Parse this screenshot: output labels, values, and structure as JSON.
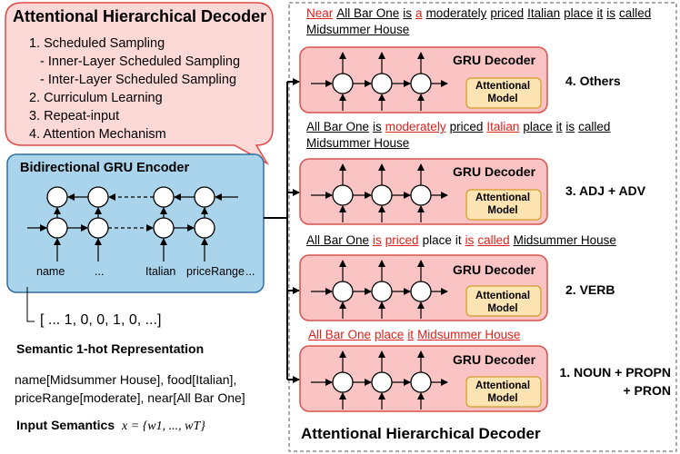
{
  "callout": {
    "title": "Attentional Hierarchical Decoder",
    "items": [
      "1. Scheduled Sampling",
      "- Inner-Layer Scheduled Sampling",
      "- Inter-Layer Scheduled Sampling",
      "2. Curriculum Learning",
      "3. Repeat-input",
      "4. Attention Mechanism"
    ]
  },
  "encoder": {
    "title": "Bidirectional GRU Encoder",
    "input_labels": [
      "name",
      "...",
      "Italian",
      "priceRange",
      "..."
    ]
  },
  "semantic_vector": "[ ... 1, 0, 0, 1, 0, ...]",
  "semantic_caption": "Semantic 1-hot Representation",
  "input_semantics_lines": [
    "name[Midsummer House], food[Italian],",
    "priceRange[moderate], near[All Bar One]"
  ],
  "input_semantics_label": "Input Semantics",
  "input_semantics_formula": "x = {w1, ..., wT}",
  "decoder_panel_title": "Attentional Hierarchical Decoder",
  "decoders": [
    {
      "title": "GRU Decoder",
      "attention": "Attentional Model",
      "layer_label": "4. Others"
    },
    {
      "title": "GRU Decoder",
      "attention": "Attentional Model",
      "layer_label": "3. ADJ + ADV"
    },
    {
      "title": "GRU Decoder",
      "attention": "Attentional Model",
      "layer_label": "2. VERB"
    },
    {
      "title": "GRU Decoder",
      "attention": "Attentional Model",
      "layer_label": "1. NOUN + PROPN + PRON"
    }
  ],
  "sentences": [
    {
      "lines": [
        [
          {
            "t": "Near",
            "s": "red"
          },
          {
            "t": "All Bar One",
            "s": "black"
          },
          {
            "t": "is",
            "s": "black"
          },
          {
            "t": "a",
            "s": "red"
          },
          {
            "t": "moderately",
            "s": "black"
          },
          {
            "t": "priced",
            "s": "black"
          },
          {
            "t": "Italian",
            "s": "black"
          },
          {
            "t": "place",
            "s": "black"
          },
          {
            "t": "it",
            "s": "black"
          },
          {
            "t": "is",
            "s": "black"
          },
          {
            "t": "called",
            "s": "black"
          }
        ],
        [
          {
            "t": "Midsummer House",
            "s": "black"
          }
        ]
      ]
    },
    {
      "lines": [
        [
          {
            "t": "All Bar One",
            "s": "black"
          },
          {
            "t": "is",
            "s": "black"
          },
          {
            "t": "moderately",
            "s": "red"
          },
          {
            "t": "priced",
            "s": "black"
          },
          {
            "t": "Italian",
            "s": "red"
          },
          {
            "t": "place",
            "s": "black"
          },
          {
            "t": "it",
            "s": "black"
          },
          {
            "t": "is",
            "s": "black"
          },
          {
            "t": "called",
            "s": "black"
          }
        ],
        [
          {
            "t": "Midsummer House",
            "s": "black"
          }
        ]
      ]
    },
    {
      "lines": [
        [
          {
            "t": "All Bar One",
            "s": "black"
          },
          {
            "t": "is",
            "s": "red"
          },
          {
            "t": "priced",
            "s": "red"
          },
          {
            "t": "place",
            "s": "plain"
          },
          {
            "t": "it",
            "s": "plain"
          },
          {
            "t": "is",
            "s": "red"
          },
          {
            "t": "called",
            "s": "red"
          },
          {
            "t": "Midsummer House",
            "s": "black"
          }
        ]
      ]
    },
    {
      "lines": [
        [
          {
            "t": "All Bar One",
            "s": "red"
          },
          {
            "t": "place",
            "s": "red"
          },
          {
            "t": "it",
            "s": "red"
          },
          {
            "t": "Midsummer House",
            "s": "red"
          }
        ]
      ]
    }
  ],
  "colors": {
    "callout_fill": "#fcd9d6",
    "callout_stroke": "#e04a44",
    "encoder_fill": "#a9d4ec",
    "encoder_stroke": "#2e6e9e",
    "decoder_fill": "#f9c4c3",
    "decoder_stroke": "#d9534f",
    "attention_fill": "#fde4b2",
    "attention_stroke": "#d69b2a",
    "highlight_red": "#e0201c"
  }
}
